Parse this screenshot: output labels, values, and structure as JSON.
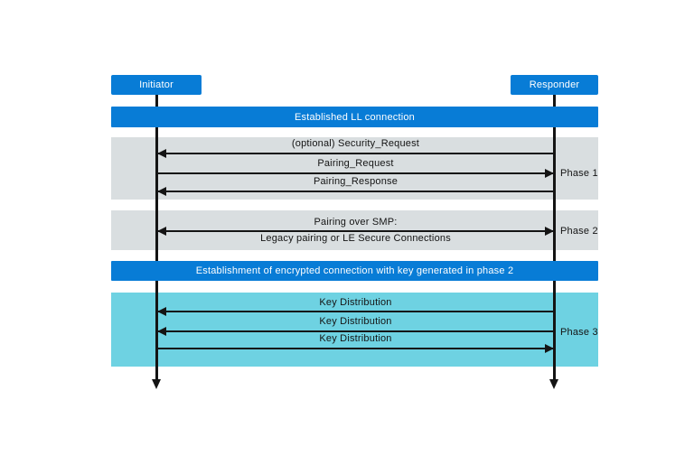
{
  "diagram": {
    "actors": [
      {
        "label": "Initiator"
      },
      {
        "label": "Responder"
      }
    ],
    "banners": [
      {
        "label": "Established LL connection"
      },
      {
        "label": "Establishment of encrypted connection with key generated in phase 2"
      }
    ],
    "phases": [
      {
        "label": "Phase 1",
        "messages": [
          {
            "label": "(optional) Security_Request",
            "direction": "responder-to-initiator"
          },
          {
            "label": "Pairing_Request",
            "direction": "initiator-to-responder"
          },
          {
            "label": "Pairing_Response",
            "direction": "responder-to-initiator"
          }
        ]
      },
      {
        "label": "Phase 2",
        "messages": [
          {
            "label": "Pairing over SMP:",
            "label2": "Legacy pairing or LE Secure Connections",
            "direction": "bidirectional"
          }
        ]
      },
      {
        "label": "Phase 3",
        "messages": [
          {
            "label": "Key Distribution",
            "direction": "responder-to-initiator"
          },
          {
            "label": "Key Distribution",
            "direction": "responder-to-initiator"
          },
          {
            "label": "Key Distribution",
            "direction": "initiator-to-responder"
          }
        ]
      }
    ],
    "colors": {
      "accent_blue": "#087cd6",
      "phase_gray": "#d9dee0",
      "phase_cyan": "#6ed2e2",
      "line_black": "#141414"
    }
  }
}
